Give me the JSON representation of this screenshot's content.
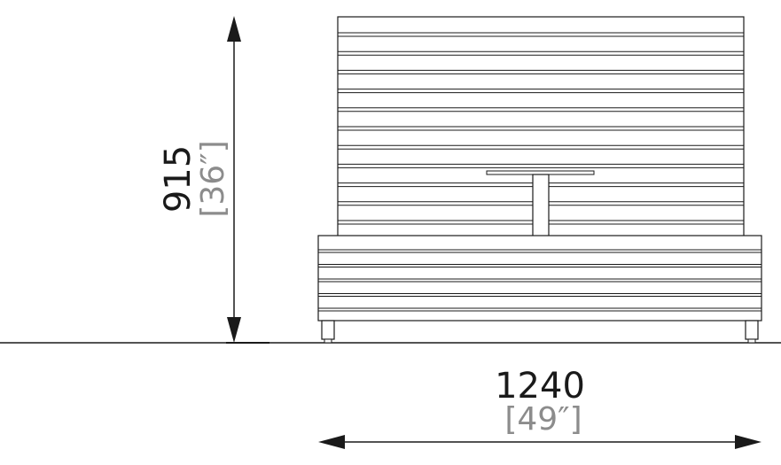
{
  "dimensions": {
    "height": {
      "value": "915",
      "imperial": "[36″]"
    },
    "width": {
      "value": "1240",
      "imperial": "[49″]"
    }
  },
  "colors": {
    "line": "#1a1a1a",
    "imperial_text": "#8c8c8c",
    "background": "#ffffff"
  }
}
